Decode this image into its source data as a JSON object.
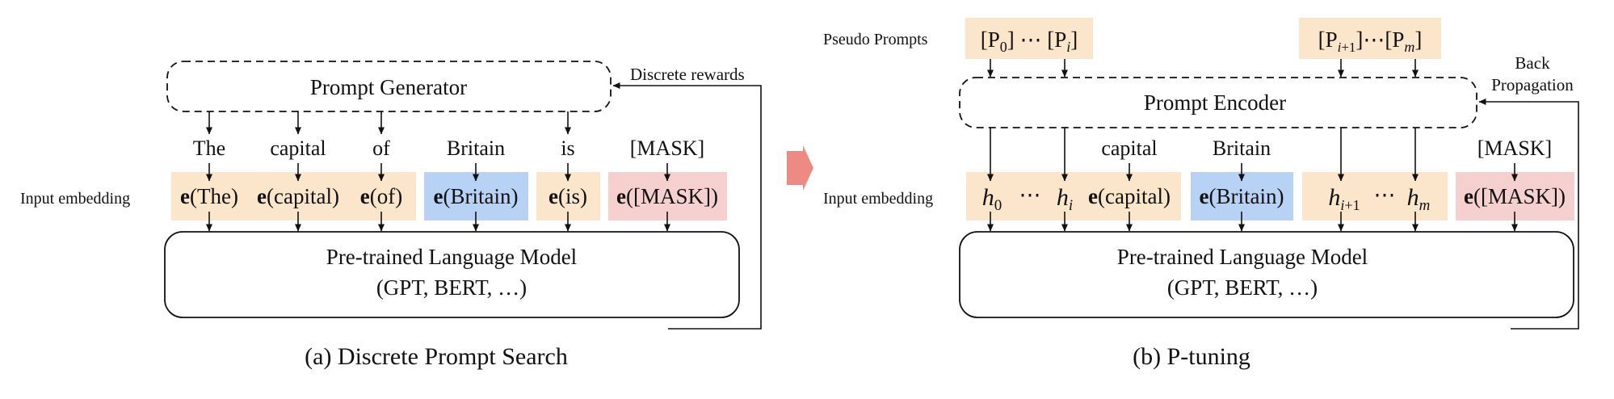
{
  "panel_a": {
    "prompt_generator": "Prompt Generator",
    "discrete_rewards": "Discrete rewards",
    "input_embedding": "Input embedding",
    "words": [
      "The",
      "capital",
      "of",
      "Britain",
      "is",
      "[MASK]"
    ],
    "emb_args": [
      "The",
      "capital",
      "of",
      "Britain",
      "is",
      "[MASK]"
    ],
    "emb_prefix": "e",
    "plm_line1": "Pre-trained Language Model",
    "plm_line2": "(GPT, BERT, …)",
    "caption": "(a) Discrete Prompt Search"
  },
  "panel_b": {
    "pseudo_prompts": "Pseudo Prompts",
    "prompt_encoder": "Prompt Encoder",
    "back": "Back",
    "propagation": "Propagation",
    "input_embedding": "Input embedding",
    "words": [
      "capital",
      "Britain",
      "[MASK]"
    ],
    "emb_args": [
      "capital",
      "Britain",
      "[MASK]"
    ],
    "emb_prefix": "e",
    "plm_line1": "Pre-trained Language Model",
    "plm_line2": "(GPT, BERT, …)",
    "caption": "(b) P-tuning"
  },
  "colors": {
    "orange": "#fbe6cc",
    "blue": "#b8d2f6",
    "pink": "#f6cfcf",
    "arrow": "#ee8a84"
  }
}
